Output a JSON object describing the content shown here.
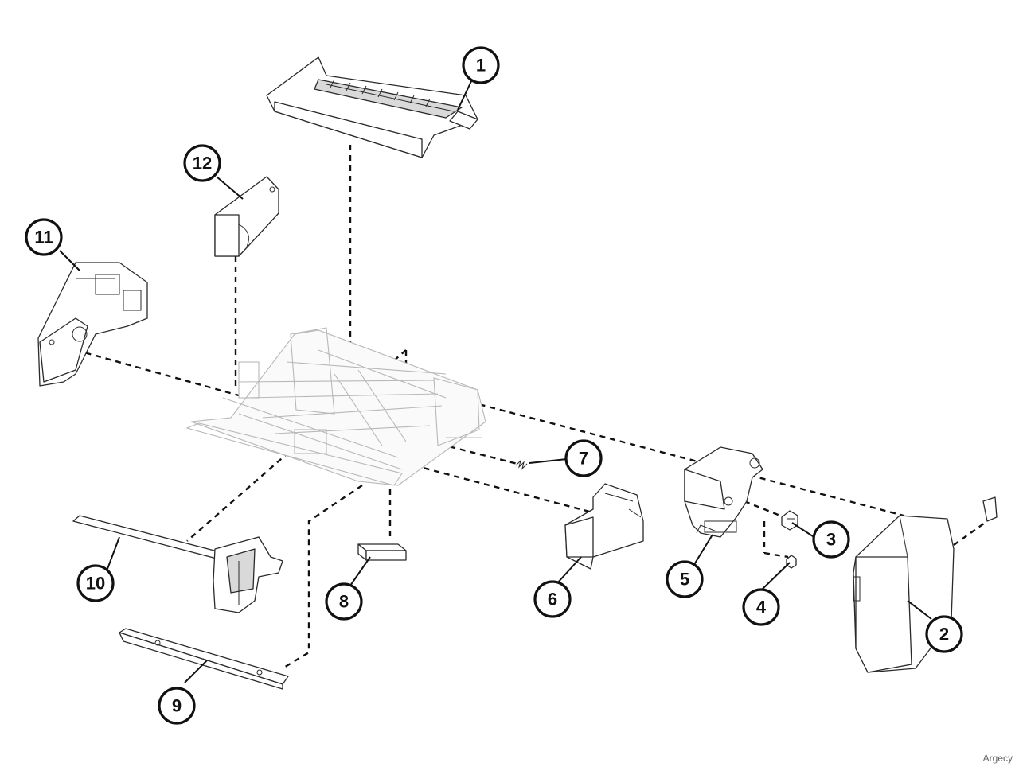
{
  "diagram": {
    "callouts": [
      {
        "id": "1",
        "label": "1"
      },
      {
        "id": "2",
        "label": "2"
      },
      {
        "id": "3",
        "label": "3"
      },
      {
        "id": "4",
        "label": "4"
      },
      {
        "id": "5",
        "label": "5"
      },
      {
        "id": "6",
        "label": "6"
      },
      {
        "id": "7",
        "label": "7"
      },
      {
        "id": "8",
        "label": "8"
      },
      {
        "id": "9",
        "label": "9"
      },
      {
        "id": "10",
        "label": "10"
      },
      {
        "id": "11",
        "label": "11"
      },
      {
        "id": "12",
        "label": "12"
      }
    ]
  },
  "watermark": "Argecy"
}
